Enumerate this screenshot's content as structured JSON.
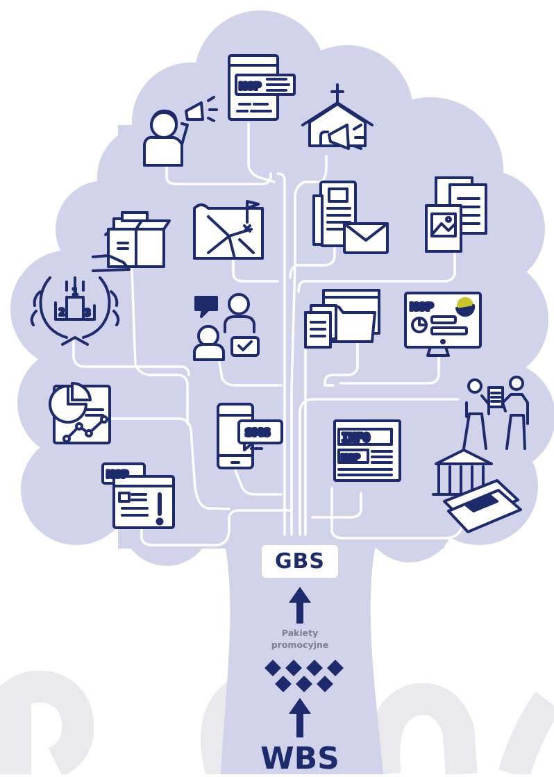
{
  "colors": {
    "tree": "#d0d3ea",
    "navy": "#1d2a6b",
    "branch": "#ffffff",
    "ghost_letters": "#e9e9ee",
    "caption": "#7b7e92",
    "accent": "#c8c62a"
  },
  "nodes": {
    "top": "GBS",
    "middle_caption_line1": "Pakiety",
    "middle_caption_line2": "promocyjne",
    "bottom": "WBS"
  },
  "icons": [
    {
      "name": "person-megaphone-icon"
    },
    {
      "name": "web-page-nsp-icon",
      "text": "NSP"
    },
    {
      "name": "church-megaphone-icon"
    },
    {
      "name": "boxes-delivery-icon"
    },
    {
      "name": "map-flag-icon"
    },
    {
      "name": "newspaper-envelope-icon"
    },
    {
      "name": "documents-image-icon"
    },
    {
      "name": "award-podium-icon",
      "text": [
        "2",
        "1",
        "3"
      ]
    },
    {
      "name": "people-chat-icon"
    },
    {
      "name": "folders-documents-icon"
    },
    {
      "name": "monitor-nsp-icon",
      "text": "NSP"
    },
    {
      "name": "report-charts-icon"
    },
    {
      "name": "smartphone-sms-icon",
      "text": "SMS"
    },
    {
      "name": "info-newspaper-icon",
      "text": [
        "INFO",
        "NSP"
      ]
    },
    {
      "name": "people-handing-document-icon"
    },
    {
      "name": "web-alert-nsp-icon",
      "text": "NSP"
    },
    {
      "name": "building-newspapers-icon"
    }
  ]
}
